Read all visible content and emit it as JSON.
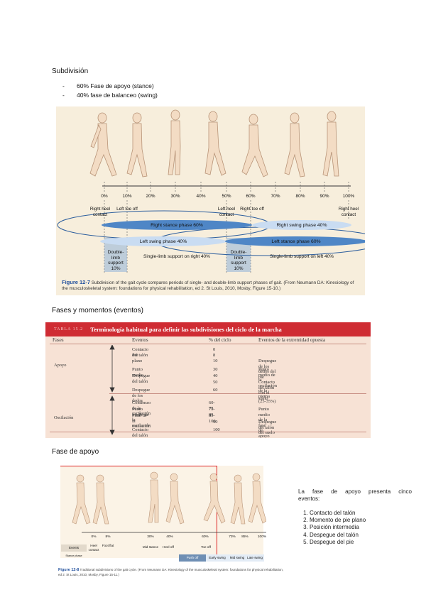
{
  "sections": {
    "subdivision_title": "Subdivisión",
    "bullets": [
      "60% Fase de apoyo (stance)",
      "40% fase de balanceo (swing)"
    ],
    "phases_title": "Fases y momentos (eventos)",
    "stance_title": "Fase de apoyo"
  },
  "figure1": {
    "percent_ticks": [
      "0%",
      "10%",
      "20%",
      "30%",
      "40%",
      "50%",
      "60%",
      "70%",
      "80%",
      "90%",
      "100%"
    ],
    "events": [
      "Right heel contact",
      "Left toe off",
      "Left heel contact",
      "Right toe off",
      "Right heel contact"
    ],
    "right_stance": "Right stance phase 60%",
    "right_swing": "Right swing phase 40%",
    "left_swing": "Left swing phase 40%",
    "left_stance": "Left stance phase 60%",
    "support_1": "Double-limb support 10%",
    "support_2": "Single-limb support on right 40%",
    "support_3": "Double-limb support 10%",
    "support_4": "Single-limb support on left 40%",
    "caption_label": "Figure 12-7",
    "caption_text": "Subdivision of the gait cycle compares periods of single- and double-limb support phases of gait. (From Neumann DA: Kinesiology of the musculoskeletal system: foundations for physical rehabilitation, ed 2. St Louis, 2010, Mosby, Figure 15-10.)"
  },
  "table": {
    "tag": "TABLA 15.2",
    "title": "Terminología habitual para definir las subdivisiones del ciclo de la marcha",
    "headers": [
      "Fases",
      "Eventos",
      "% del ciclo",
      "Eventos de la extremidad opuesta"
    ],
    "phase_stance": "Apoyo",
    "phase_swing": "Oscilación",
    "events": [
      "Contacto del talón",
      "Pie plano",
      "",
      "Punto medio",
      "Despegue del talón",
      "",
      "Despegue de los dedos",
      "Comienzo de la oscilación",
      "Punto medio de la oscilación",
      "Final de la oscilación",
      "",
      "Contacto del talón"
    ],
    "percents": [
      "0",
      "8",
      "10",
      "30",
      "40",
      "50",
      "60",
      "60-75",
      "75-85",
      "85-100",
      "90",
      "100"
    ],
    "opposite": [
      "",
      "",
      "Despegue de los dedos del pie",
      "Punto medio de la oscilación de la pierna (25-35%)",
      "",
      "Contacto del talón con el suelo",
      "",
      "",
      "Punto medio de la fase de apoyo (80%)",
      "",
      "Despegue del talón del suelo",
      ""
    ]
  },
  "figure3": {
    "ticks": [
      "0%",
      "8%",
      "30%",
      "40%",
      "60%",
      "73%",
      "85%",
      "100%"
    ],
    "events": [
      "Heel contact",
      "Foot flat",
      "Mid stance",
      "Heel off",
      "Toe off"
    ],
    "row_label": "Events",
    "stance_label": "Stance phase",
    "cells": [
      "Push off",
      "Early swing",
      "Mid swing",
      "Late swing"
    ],
    "caption_label": "Figure 12-8",
    "caption_text": "Traditional subdivisions of the gait cycle. (From Neumann DA: Kinesiology of the musculoskeletal system: foundations for physical rehabilitation, ed 2. St Louis, 2010, Mosby, Figure 15-11.)"
  },
  "side_text": {
    "intro_words": [
      "La",
      "fase",
      "de",
      "apoyo",
      "presenta",
      "cinco"
    ],
    "intro_end": "eventos:",
    "items": [
      "Contacto del talón",
      "Momento de pie plano",
      "Posición intermedia",
      "Despegue del talón",
      "Despegue del pie"
    ]
  },
  "colors": {
    "pill_stance": "#4f86c6",
    "pill_swing": "#c9dcf2",
    "table_bar": "#cf2c33"
  }
}
